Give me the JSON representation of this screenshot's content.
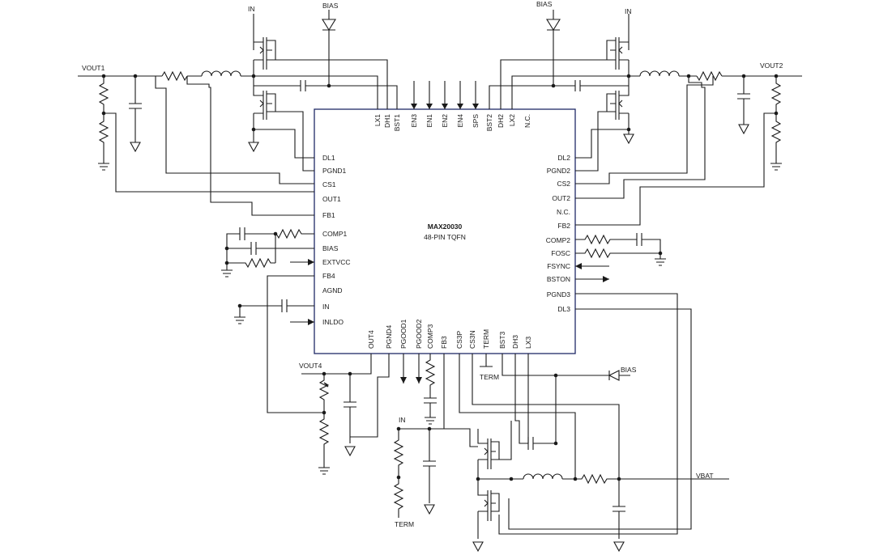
{
  "chip": {
    "name": "MAX20030",
    "package": "48-PIN TQFN"
  },
  "pins": {
    "top": [
      "LX1",
      "DH1",
      "BST1",
      "EN3",
      "EN1",
      "EN2",
      "EN4",
      "SPS",
      "BST2",
      "DH2",
      "LX2",
      "N.C."
    ],
    "left": [
      "DL1",
      "PGND1",
      "CS1",
      "OUT1",
      "FB1",
      "COMP1",
      "BIAS",
      "EXTVCC",
      "FB4",
      "AGND",
      "IN",
      "INLDO"
    ],
    "right": [
      "DL2",
      "PGND2",
      "CS2",
      "OUT2",
      "N.C.",
      "FB2",
      "COMP2",
      "FOSC",
      "FSYNC",
      "BSTON",
      "PGND3",
      "DL3"
    ],
    "bottom": [
      "OUT4",
      "PGND4",
      "PGOOD1",
      "PGOOD2",
      "COMP3",
      "FB3",
      "CS3P",
      "CS3N",
      "TERM",
      "BST3",
      "DH3",
      "LX3"
    ]
  },
  "nets": {
    "vout1": "VOUT1",
    "vout2": "VOUT2",
    "vout4": "VOUT4",
    "vbat": "VBAT",
    "in": "IN",
    "bias": "BIAS",
    "term": "TERM"
  }
}
